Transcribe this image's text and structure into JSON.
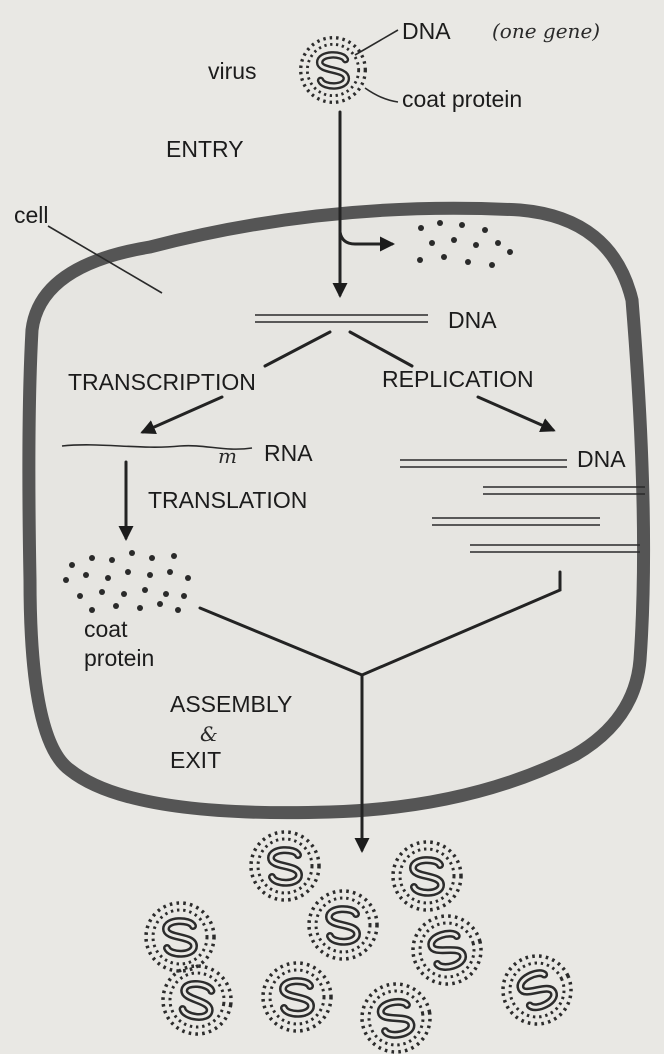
{
  "labels": {
    "virus": "virus",
    "dna_top": "DNA",
    "handwritten_note": "(one gene)",
    "coat_protein_top": "coat protein",
    "entry": "ENTRY",
    "cell": "cell",
    "dna_center": "DNA",
    "transcription": "TRANSCRIPTION",
    "replication": "REPLICATION",
    "m_prefix": "m",
    "rna": "RNA",
    "dna_right": "DNA",
    "translation": "TRANSLATION",
    "coat_protein_line1": "coat",
    "coat_protein_line2": "protein",
    "assembly": "ASSEMBLY",
    "and_symbol": "&",
    "exit": "EXIT"
  },
  "colors": {
    "background": "#e9e8e4",
    "cell_membrane": "#555555",
    "ink": "#1c1c1c"
  }
}
